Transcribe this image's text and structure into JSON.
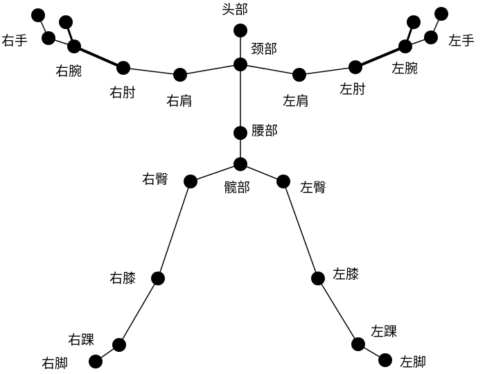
{
  "title": "Skeleton joint diagram",
  "joints": {
    "head": "头部",
    "neck": "颈部",
    "spine": "腰部",
    "hip": "髋部",
    "r_shoulder": "右肩",
    "r_elbow": "右肘",
    "r_wrist": "右腕",
    "r_hand": "右手",
    "l_shoulder": "左肩",
    "l_elbow": "左肘",
    "l_wrist": "左腕",
    "l_hand": "左手",
    "r_hip": "右臀",
    "r_knee": "右膝",
    "r_ankle": "右踝",
    "r_foot": "右脚",
    "l_hip": "左臀",
    "l_knee": "左膝",
    "l_ankle": "左踝",
    "l_foot": "左脚"
  },
  "colors": {
    "line": "#000000",
    "joint": "#000000"
  }
}
